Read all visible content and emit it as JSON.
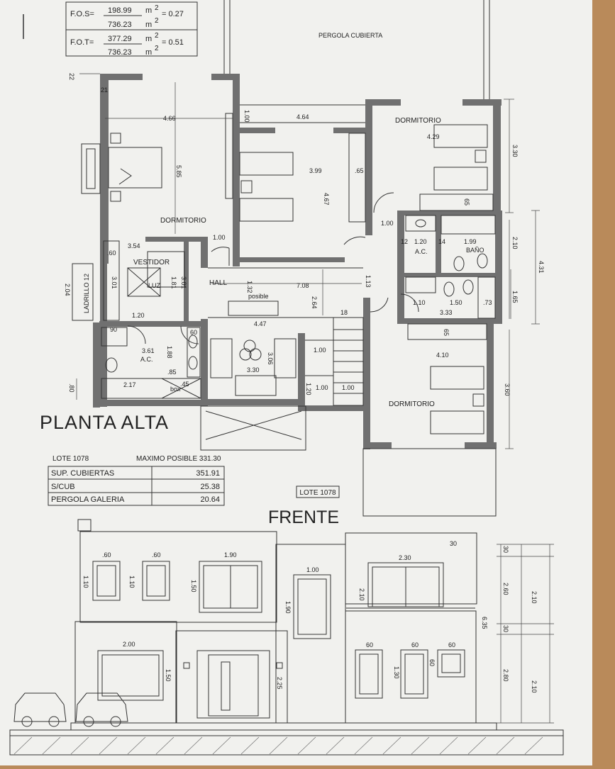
{
  "ratios": {
    "fos_label": "F.O.S=",
    "fos_num": "198.99",
    "fos_den": "736.23",
    "fos_result": "= 0.27",
    "fot_label": "F.O.T=",
    "fot_num": "377.29",
    "fot_den": "736.23",
    "fot_result": "= 0.51",
    "unit": "m",
    "exp": "2"
  },
  "plan": {
    "title": "PLANTA ALTA",
    "pergola": "PERGOLA CUBIERTA",
    "rooms": {
      "dormitorio_master": "DORMITORIO",
      "dormitorio_ne": "DORMITORIO",
      "dormitorio_se": "DORMITORIO",
      "vestidor": "VESTIDOR",
      "luz": "LUZ",
      "hall": "HALL",
      "bano": "BAÑO",
      "ac1": "A.C.",
      "ac2": "A.C.",
      "box": "box",
      "posible": "posible",
      "ladrillo": "LADRILLO 12"
    },
    "dims": {
      "d466": "4.66",
      "d585": "5.85",
      "d464": "4.64",
      "d100a": "1.00",
      "d399": "3.99",
      "d467": "4.67",
      "d065a": ".65",
      "d429": "4.29",
      "d330": "3.30",
      "d065b": "65",
      "d100b": "1.00",
      "d100c": "1.00",
      "d120a": "1.20",
      "d199": "1.99",
      "d210": "2.10",
      "d431": "4.31",
      "d012": "12",
      "d014": "14",
      "d354": "3.54",
      "d060a": ".60",
      "d301a": "3.01",
      "d181": "1.81",
      "d301b": "3.01",
      "d132": "1.32",
      "d708": "7.08",
      "d113": "1.13",
      "d110": "1.10",
      "d150": "1.50",
      "d073": ".73",
      "d165": "1.65",
      "d333": "3.33",
      "d264": "2.64",
      "d447": "4.47",
      "d018": "18",
      "d120b": "1.20",
      "d090": "90",
      "d060b": "60",
      "d361": "3.61",
      "d188": "1.88",
      "d306": "3.06",
      "d330b": "3.30",
      "d085": ".85",
      "d045": ".45",
      "d217": "2.17",
      "d080": ".80",
      "d100d": "1.00",
      "d100e": "1.00",
      "d100f": "1.00",
      "d120c": "1.20",
      "d065c": "65",
      "d410": "4.10",
      "d360": "3.60",
      "d204": "2.04",
      "d021": "21",
      "d022": "22"
    }
  },
  "lote_info": {
    "lote": "LOTE 1078",
    "maximo": "MAXIMO POSIBLE 331.30",
    "rows": [
      {
        "label": "SUP. CUBIERTAS",
        "value": "351.91"
      },
      {
        "label": "S/CUB",
        "value": "25.38"
      },
      {
        "label": "PERGOLA GALERIA",
        "value": "20.64"
      }
    ],
    "lote_tag": "LOTE 1078"
  },
  "facade": {
    "title": "FRENTE",
    "dims": {
      "w060a": ".60",
      "w060b": ".60",
      "w190": "1.90",
      "w100": "1.00",
      "w230": "2.30",
      "h110a": "1.10",
      "h110b": "1.10",
      "h150": "1.50",
      "h190": "1.90",
      "h210a": "2.10",
      "w200": "2.00",
      "h150b": "1.50",
      "h225": "2.25",
      "w060c": "60",
      "w060d": "60",
      "w060e": "60",
      "h130": "1.30",
      "h060": "60",
      "v030a": "30",
      "v260": "2.60",
      "v210a": "2.10",
      "v635": "6.35",
      "v030b": "30",
      "v280": "2.80",
      "v210b": "2.10",
      "t030": "30"
    }
  }
}
